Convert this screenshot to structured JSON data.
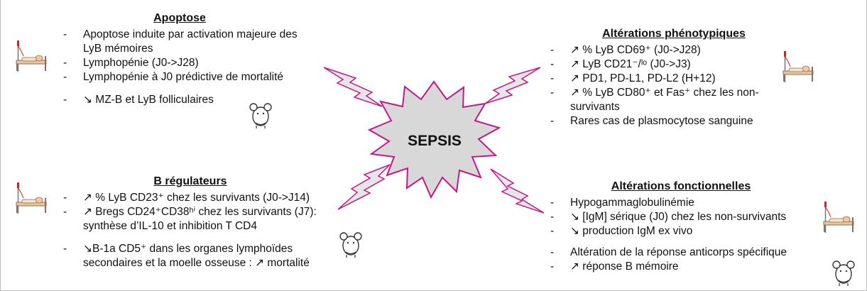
{
  "center": {
    "label": "SEPSIS"
  },
  "panels": {
    "apoptose": {
      "title": "Apoptose",
      "items": [
        "Apoptose induite par activation majeure des LyB mémoires",
        "Lymphopénie (J0->J28)",
        "Lymphopénie à J0 prédictive de mortalité",
        "↘ MZ-B et LyB folliculaires"
      ]
    },
    "breg": {
      "title": "B régulateurs",
      "items": [
        "↗ % LyB CD23⁺ chez les survivants (J0->J14)",
        "↗ Bregs CD24⁺CD38ʰⁱ chez les survivants (J7): synthèse d’IL-10 et inhibition T CD4",
        "↘B-1a CD5⁺ dans les organes lymphoïdes secondaires et la moelle osseuse : ↗ mortalité"
      ]
    },
    "phenotype": {
      "title": "Altérations phénotypiques",
      "items": [
        "↗ % LyB CD69⁺ (J0->J28)",
        "↗ LyB CD21⁻/ˡᵒ (J0->J3)",
        "↗ PD1, PD-L1, PD-L2 (H+12)",
        "↗ % LyB CD80⁺ et Fas⁺ chez les non-survivants",
        "Rares cas de plasmocytose sanguine"
      ]
    },
    "fonction": {
      "title": "Altérations fonctionnelles",
      "items": [
        "Hypogammaglobulinémie",
        "↘ [IgM] sérique (J0) chez les non-survivants",
        "↘ production IgM ex vivo",
        "Altération de la réponse anticorps spécifique",
        "↗ réponse B mémoire"
      ]
    }
  },
  "colors": {
    "star_fill": "#d8d8d8",
    "star_stroke": "#c2188c",
    "bolt_fill": "#e6e6e6",
    "bolt_stroke": "#c2188c",
    "frame": "#bdbdbd"
  },
  "icons": {
    "patient": "patient-bed-icon",
    "mouse": "mouse-icon"
  }
}
